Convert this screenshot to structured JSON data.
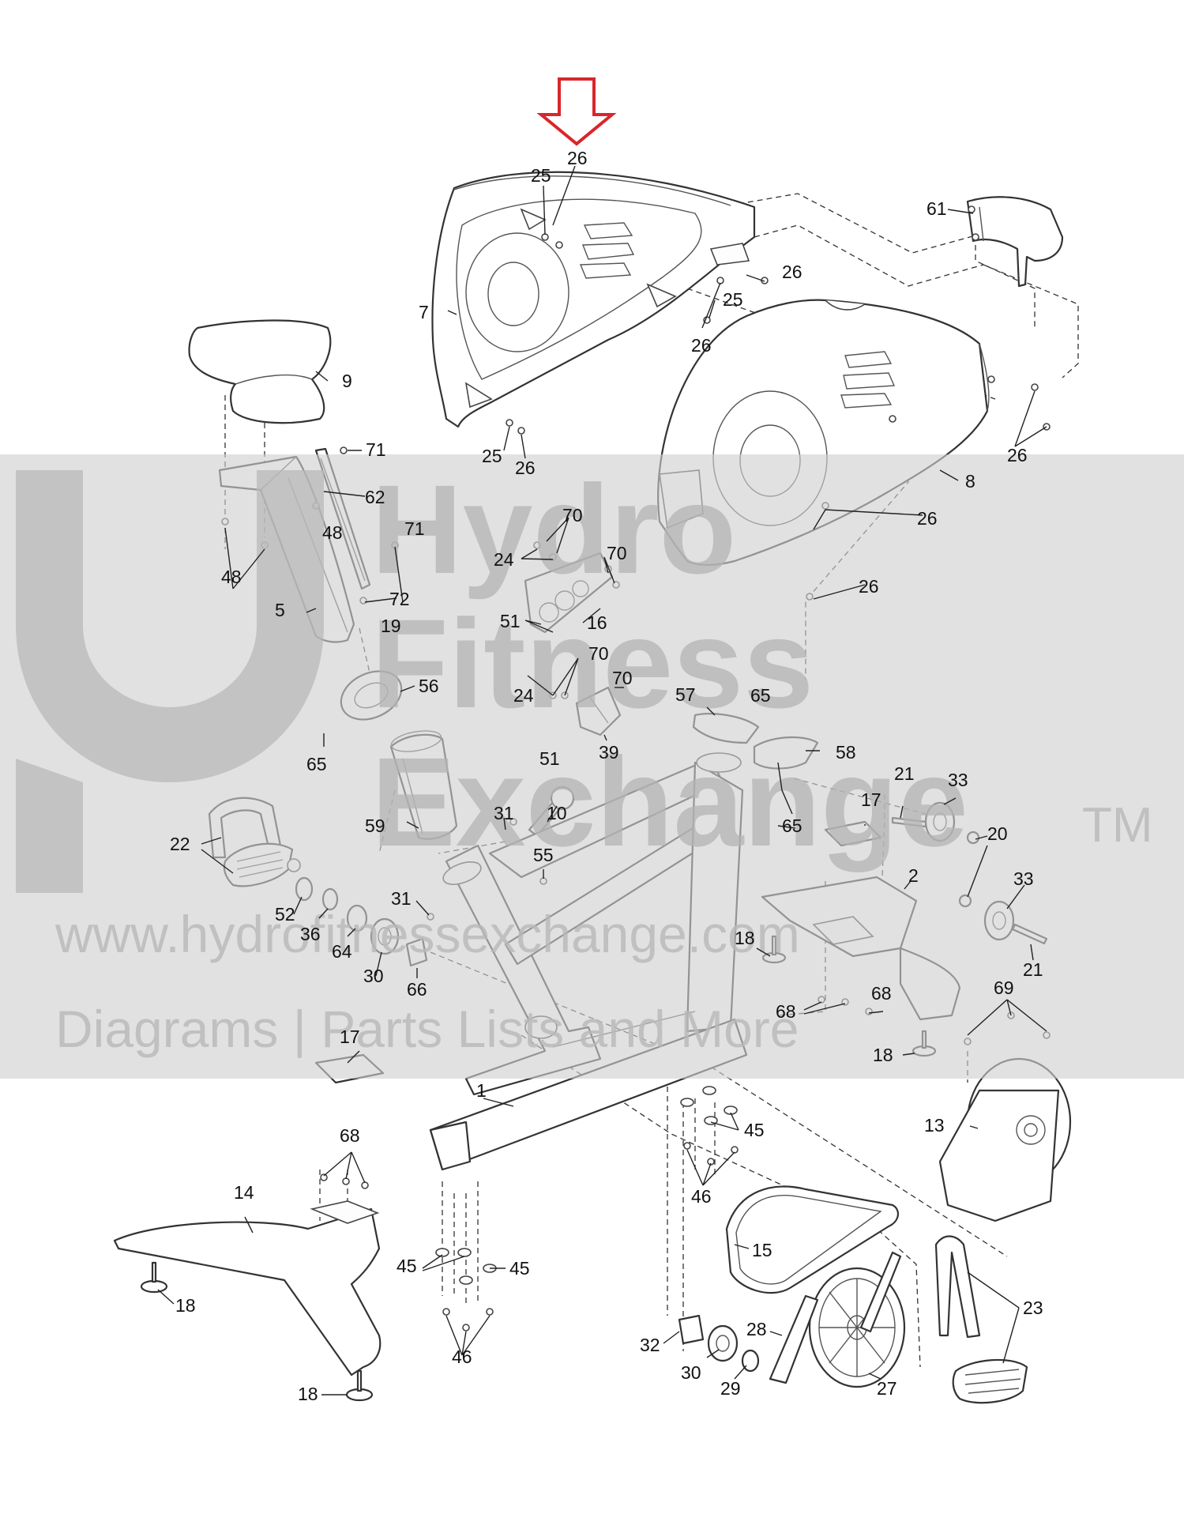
{
  "watermark": {
    "brand_lines": [
      "Hydro",
      "Fitness",
      "Exchange"
    ],
    "trademark": "TM",
    "url": "www.hydrofitnessexchange.com",
    "tagline": "Diagrams | Parts Lists and More"
  },
  "highlight_arrow_color": "#d9262c",
  "part_labels": [
    {
      "id": "l26-top",
      "text": "26"
    },
    {
      "id": "l25-a",
      "text": "25"
    },
    {
      "id": "l61",
      "text": "61"
    },
    {
      "id": "l26-b",
      "text": "26"
    },
    {
      "id": "l7",
      "text": "7"
    },
    {
      "id": "l25-b",
      "text": "25"
    },
    {
      "id": "l26-c",
      "text": "26"
    },
    {
      "id": "l9",
      "text": "9"
    },
    {
      "id": "l26-d",
      "text": "26"
    },
    {
      "id": "l25-c",
      "text": "25"
    },
    {
      "id": "l26-e",
      "text": "26"
    },
    {
      "id": "l71-a",
      "text": "71"
    },
    {
      "id": "l8",
      "text": "8"
    },
    {
      "id": "l62",
      "text": "62"
    },
    {
      "id": "l48-a",
      "text": "48"
    },
    {
      "id": "l70-a",
      "text": "70"
    },
    {
      "id": "l71-b",
      "text": "71"
    },
    {
      "id": "l26-f",
      "text": "26"
    },
    {
      "id": "l70-b",
      "text": "70"
    },
    {
      "id": "l24-a",
      "text": "24"
    },
    {
      "id": "l48-b",
      "text": "48"
    },
    {
      "id": "l26-g",
      "text": "26"
    },
    {
      "id": "l72",
      "text": "72"
    },
    {
      "id": "l5",
      "text": "5"
    },
    {
      "id": "l19",
      "text": "19"
    },
    {
      "id": "l51-a",
      "text": "51"
    },
    {
      "id": "l16",
      "text": "16"
    },
    {
      "id": "l70-c",
      "text": "70"
    },
    {
      "id": "l56",
      "text": "56"
    },
    {
      "id": "l70-d",
      "text": "70"
    },
    {
      "id": "l24-b",
      "text": "24"
    },
    {
      "id": "l57",
      "text": "57"
    },
    {
      "id": "l65-a",
      "text": "65"
    },
    {
      "id": "l51-b",
      "text": "51"
    },
    {
      "id": "l39",
      "text": "39"
    },
    {
      "id": "l58",
      "text": "58"
    },
    {
      "id": "l65-b",
      "text": "65"
    },
    {
      "id": "l21-a",
      "text": "21"
    },
    {
      "id": "l33-a",
      "text": "33"
    },
    {
      "id": "l31-a",
      "text": "31"
    },
    {
      "id": "l17-a",
      "text": "17"
    },
    {
      "id": "l10",
      "text": "10"
    },
    {
      "id": "l65-c",
      "text": "65"
    },
    {
      "id": "l59",
      "text": "59"
    },
    {
      "id": "l20",
      "text": "20"
    },
    {
      "id": "l22",
      "text": "22"
    },
    {
      "id": "l55",
      "text": "55"
    },
    {
      "id": "l2",
      "text": "2"
    },
    {
      "id": "l33-b",
      "text": "33"
    },
    {
      "id": "l31-b",
      "text": "31"
    },
    {
      "id": "l52",
      "text": "52"
    },
    {
      "id": "l36",
      "text": "36"
    },
    {
      "id": "l64",
      "text": "64"
    },
    {
      "id": "l18-a",
      "text": "18"
    },
    {
      "id": "l21-b",
      "text": "21"
    },
    {
      "id": "l30-a",
      "text": "30"
    },
    {
      "id": "l66",
      "text": "66"
    },
    {
      "id": "l69",
      "text": "69"
    },
    {
      "id": "l68-a",
      "text": "68"
    },
    {
      "id": "l68-b",
      "text": "68"
    },
    {
      "id": "l17-b",
      "text": "17"
    },
    {
      "id": "l18-b",
      "text": "18"
    },
    {
      "id": "l1",
      "text": "1"
    },
    {
      "id": "l13",
      "text": "13"
    },
    {
      "id": "l45-a",
      "text": "45"
    },
    {
      "id": "l68-c",
      "text": "68"
    },
    {
      "id": "l46-a",
      "text": "46"
    },
    {
      "id": "l14",
      "text": "14"
    },
    {
      "id": "l15",
      "text": "15"
    },
    {
      "id": "l45-b",
      "text": "45"
    },
    {
      "id": "l45-c",
      "text": "45"
    },
    {
      "id": "l23",
      "text": "23"
    },
    {
      "id": "l18-c",
      "text": "18"
    },
    {
      "id": "l28",
      "text": "28"
    },
    {
      "id": "l32",
      "text": "32"
    },
    {
      "id": "l46-b",
      "text": "46"
    },
    {
      "id": "l30-b",
      "text": "30"
    },
    {
      "id": "l29",
      "text": "29"
    },
    {
      "id": "l27",
      "text": "27"
    },
    {
      "id": "l18-d",
      "text": "18"
    }
  ]
}
